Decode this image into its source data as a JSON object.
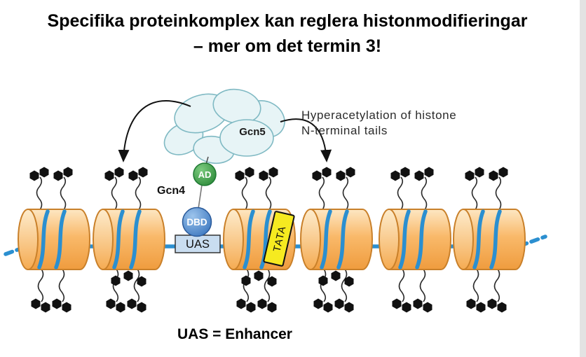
{
  "title": {
    "line1": "Specifika proteinkomplex kan reglera histonmodifieringar",
    "line2": "– mer om det termin 3!"
  },
  "labels": {
    "gcn5": "Gcn5",
    "gcn4": "Gcn4",
    "ad": "AD",
    "dbd": "DBD",
    "uas": "UAS",
    "tata": "TATA",
    "hyperacetylation_line1": "Hyperacetylation of histone",
    "hyperacetylation_line2": "N-terminal tails",
    "caption": "UAS = Enhancer"
  },
  "colors": {
    "dna": "#2b8fd0",
    "nucleosome_stroke": "#c9802a",
    "tail": "#2a2a2a",
    "acetyl": "#111111",
    "complex_fill": "#e7f4f6",
    "complex_stroke": "#7fb9c3",
    "ad_fill": "#3fae57",
    "ad_stroke": "#1f7a33",
    "dbd_stroke": "#2a5a9a",
    "uas_fill": "#c9ddf0",
    "tata_fill": "#f6ea20",
    "arrow": "#111111"
  }
}
